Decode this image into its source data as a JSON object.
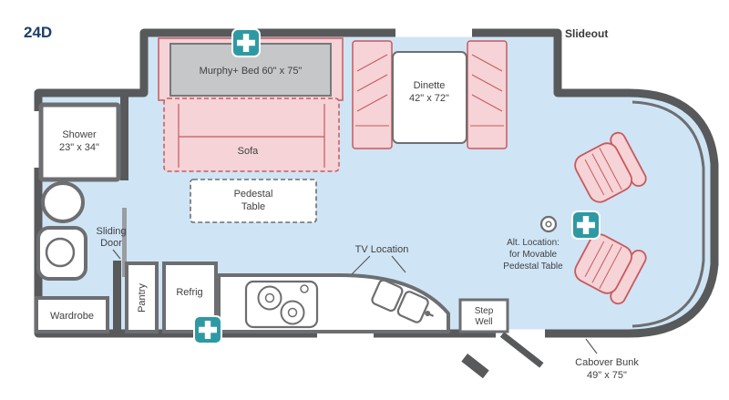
{
  "model": "24D",
  "colors": {
    "wall": "#58595B",
    "floor": "#CFE5F5",
    "furniture_fill": "#F5D3D6",
    "furniture_line": "#C9595E",
    "bed_fill": "#C6C7C9",
    "fixture_line": "#6D6E71",
    "badge_teal": "#2E99A3",
    "model_text": "#1C3F6E",
    "label_text": "#414042"
  },
  "labels": {
    "slideout": "Slideout",
    "murphy_bed": "Murphy+ Bed 60\" x 75\"",
    "sofa": "Sofa",
    "pedestal_1": "Pedestal",
    "pedestal_2": "Table",
    "dinette_1": "Dinette",
    "dinette_2": "42\" x 72\"",
    "shower_1": "Shower",
    "shower_2": "23\" x 34\"",
    "sliding_1": "Sliding",
    "sliding_2": "Door",
    "wardrobe": "Wardrobe",
    "pantry": "Pantry",
    "refrig": "Refrig",
    "tv_location": "TV Location",
    "step_1": "Step",
    "step_2": "Well",
    "alt_1": "Alt. Location:",
    "alt_2": "for Movable",
    "alt_3": "Pedestal Table",
    "cabover_1": "Cabover Bunk",
    "cabover_2": "49\" x 75\""
  }
}
